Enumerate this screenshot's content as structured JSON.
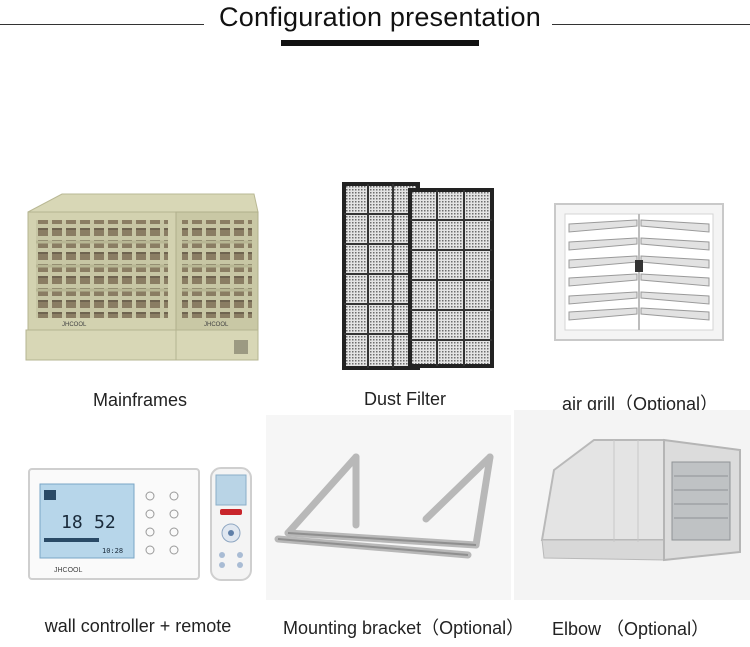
{
  "header": {
    "title": "Configuration presentation"
  },
  "products": [
    {
      "caption": "Mainframes",
      "brand": "JHCOOL"
    },
    {
      "caption": "Dust Filter"
    },
    {
      "caption": "air grill（Optional）"
    },
    {
      "caption": "wall controller + remote",
      "brand": "JHCOOL",
      "display_temp": "18",
      "display_humidity": "52",
      "display_time": "10:28"
    },
    {
      "caption": "Mounting bracket（Optional）"
    },
    {
      "caption": "Elbow （Optional）"
    }
  ]
}
